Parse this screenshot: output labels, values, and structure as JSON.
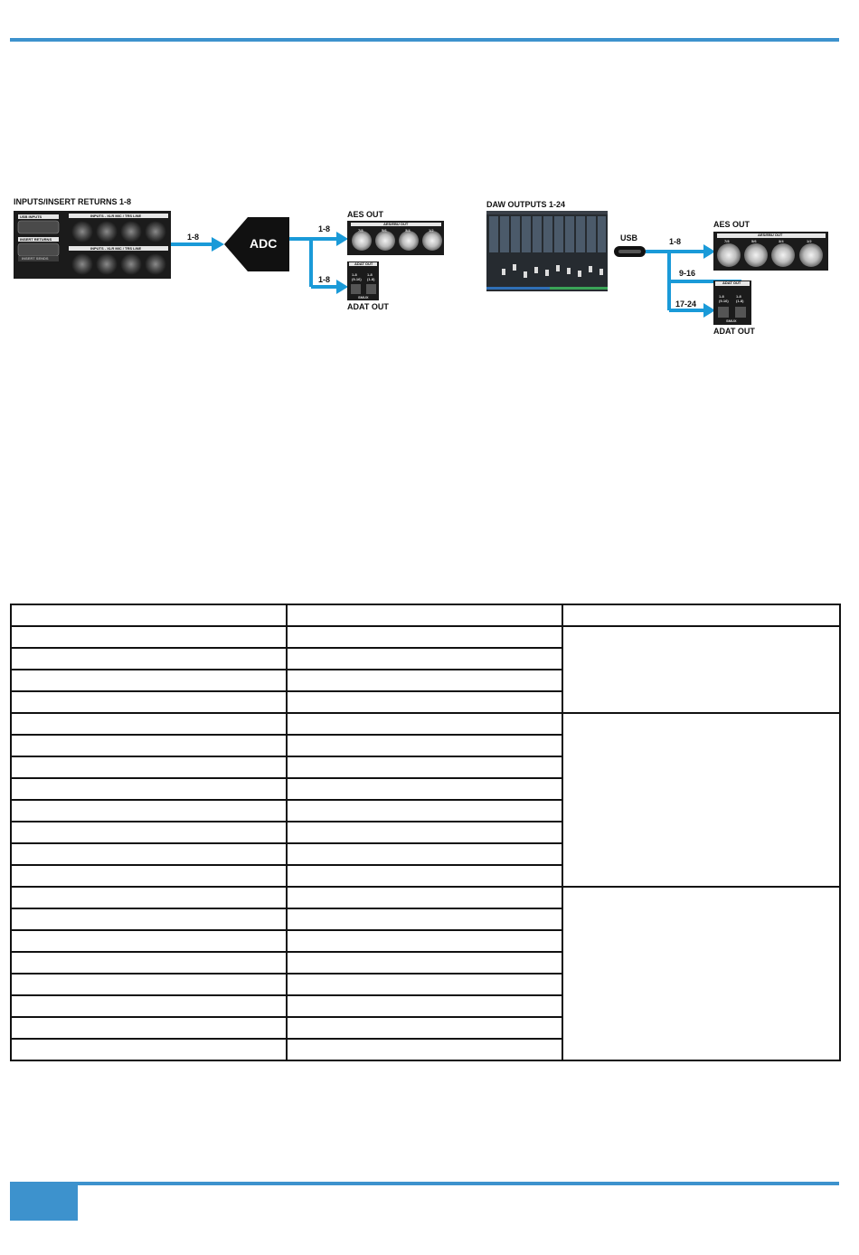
{
  "left_diagram": {
    "source_label": "INPUTS/INSERT RETURNS 1-8",
    "panel_labels": {
      "usb_inputs": "USB INPUTS",
      "insert_returns": "INSERT RETURNS",
      "inputs_top": "INPUTS - XLR MIC / TRS LINE",
      "inputs_bottom": "INPUTS - XLR MIC / TRS LINE",
      "insert_sends": "INSERT SENDS"
    },
    "converter": "ADC",
    "route_to_adc": "1-8",
    "route_to_aes": "1-8",
    "route_to_adat": "1-8",
    "aes_label": "AES OUT",
    "aes_panel_title": "AES/EBU OUT",
    "aes_pairs": [
      "7/8",
      "5/6",
      "3/4",
      "1/2"
    ],
    "adat_label": "ADAT OUT",
    "adat_panel_title": "ADAT OUT",
    "adat_ports": [
      "1-8\n(9-16)",
      "1-8\n(1-8)"
    ],
    "adat_mux": "SMUX"
  },
  "right_diagram": {
    "source_label": "DAW OUTPUTS 1-24",
    "usb_label": "USB",
    "route_to_aes": "1-8",
    "route_adat_a": "9-16",
    "route_adat_b": "17-24",
    "aes_label": "AES OUT",
    "aes_panel_title": "AES/EBU OUT",
    "aes_pairs": [
      "7/8",
      "5/6",
      "3/4",
      "1/2"
    ],
    "adat_label": "ADAT OUT",
    "adat_panel_title": "ADAT OUT",
    "adat_ports": [
      "1-8\n(9-16)",
      "1-8\n(1-8)"
    ],
    "adat_mux": "SMUX"
  },
  "colors": {
    "accent": "#3d92cd",
    "route": "#1a9ad8",
    "panel": "#1b1b1b"
  }
}
